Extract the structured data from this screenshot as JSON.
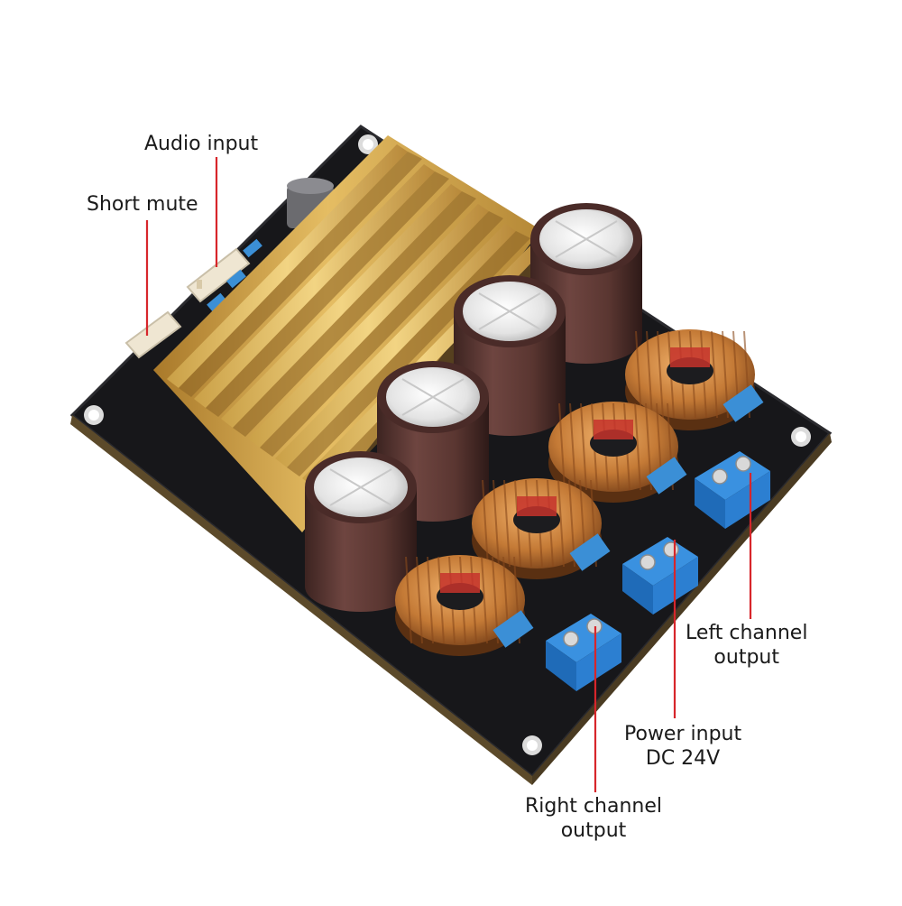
{
  "image": {
    "subject": "Class-D audio amplifier board with aluminium heatsink, capacitors, toroidal inductors and screw terminals",
    "background": "#ffffff",
    "accent_color": "#d7262b",
    "pcb_color": "#17171a",
    "heatsink_color": "#d6a94a",
    "capacitor_color": "#5a3631",
    "inductor_color": "#c47a36",
    "terminal_color": "#2c7fd1"
  },
  "callouts": {
    "audio_input": {
      "lines": [
        "Audio input"
      ]
    },
    "short_mute": {
      "lines": [
        "Short mute"
      ]
    },
    "left_channel_output": {
      "lines": [
        "Left channel",
        "output"
      ]
    },
    "power_input": {
      "lines": [
        "Power input",
        "DC 24V"
      ]
    },
    "right_channel_output": {
      "lines": [
        "Right channel",
        "output"
      ]
    }
  }
}
